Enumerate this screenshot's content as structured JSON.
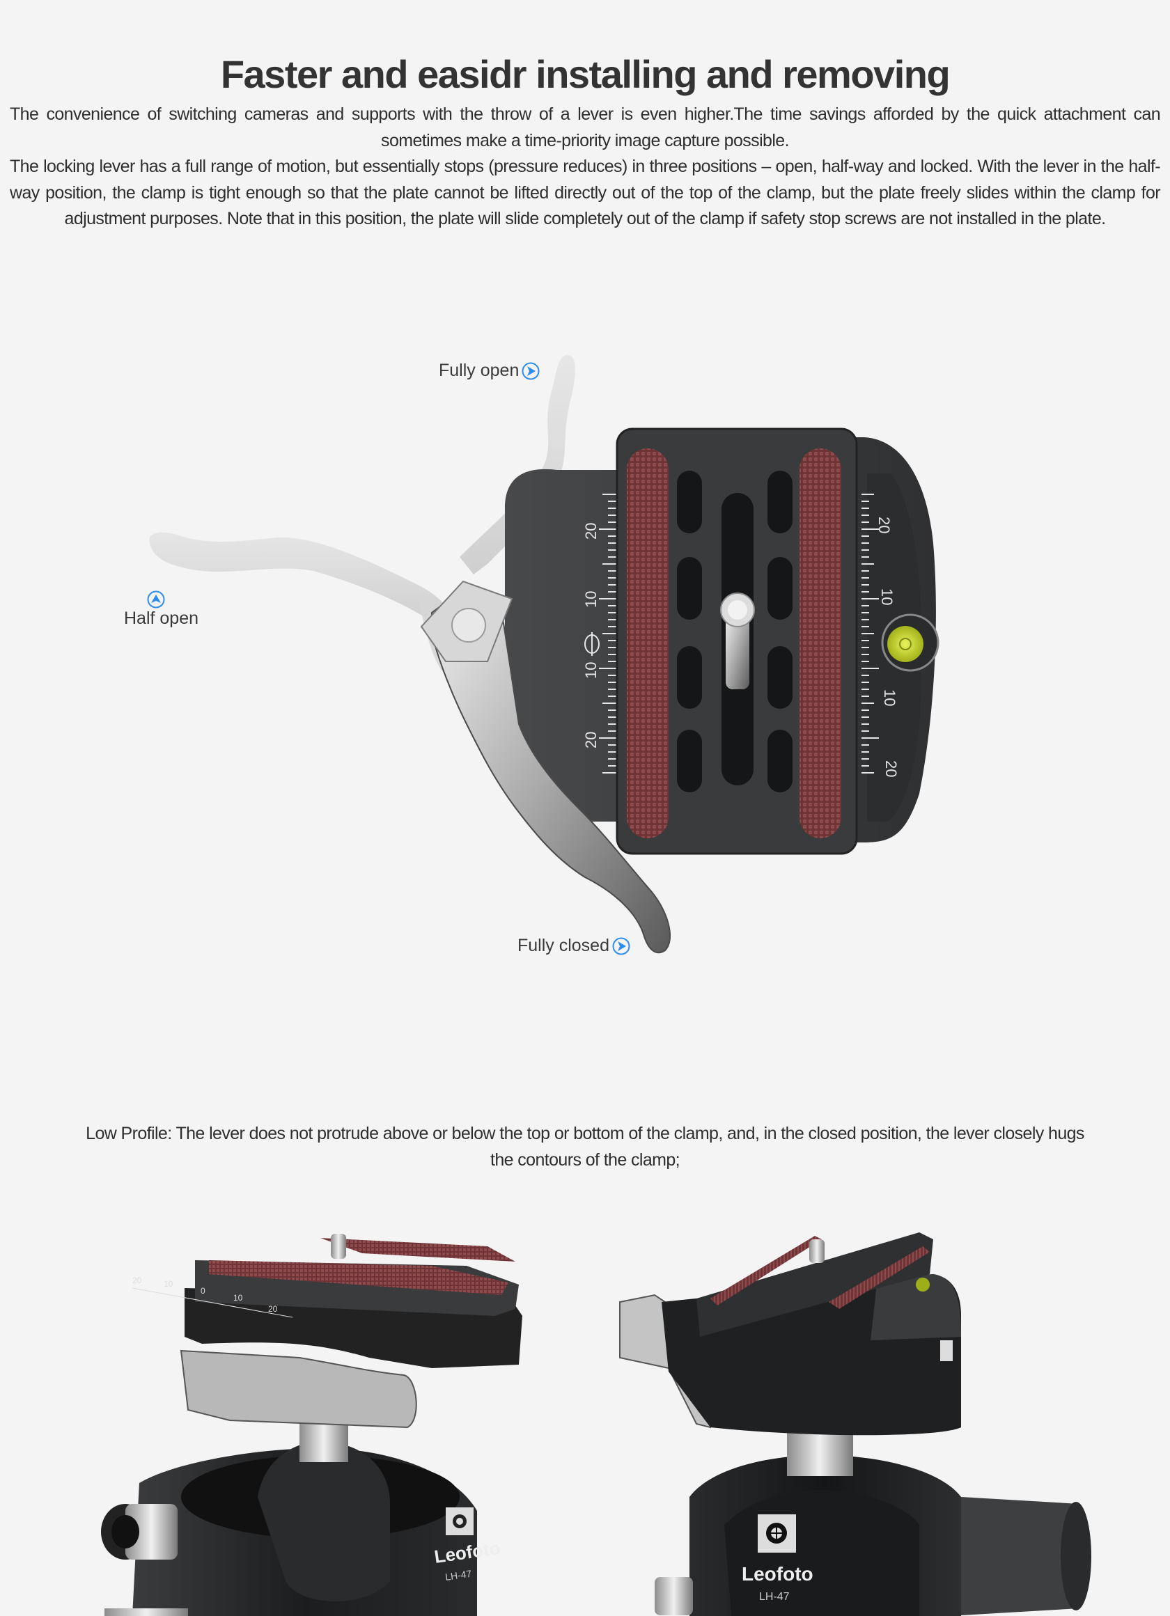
{
  "header": {
    "title": "Faster and easidr installing and removing"
  },
  "intro": {
    "paragraphs": [
      "The convenience of switching cameras and supports with the throw of a lever is even higher.The time savings afforded by the quick attachment can sometimes make a time-priority image capture possible.",
      "The locking lever has a full range of motion, but essentially stops (pressure reduces) in three positions – open, half-way and locked. With the lever in the half-way position, the clamp is tight enough so that the plate cannot be lifted directly out of the top of the clamp, but the plate freely slides within the clamp for adjustment purposes. Note that in this position, the plate will slide completely out of the clamp if safety stop screws are not installed in the plate."
    ]
  },
  "lever_diagram": {
    "labels": {
      "fully_open": "Fully open",
      "half_open": "Half open",
      "fully_closed": "Fully closed"
    },
    "icons": {
      "fully_open": "arrow-right-circle-icon",
      "half_open": "arrow-up-circle-icon",
      "fully_closed": "arrow-right-circle-icon"
    },
    "scale_left": [
      "20",
      "10",
      "Φ",
      "10",
      "20"
    ],
    "scale_right": [
      "20",
      "10",
      "10",
      "20"
    ]
  },
  "low_profile": {
    "text": "Low Profile: The lever does not protrude above or below the top or bottom of the clamp, and, in the closed position, the lever closely hugs the contours of the clamp;"
  },
  "product_photos": [
    {
      "brand": "Leofoto",
      "model": "LH-47",
      "scale": [
        "20",
        "10",
        "0",
        "10",
        "20"
      ]
    },
    {
      "brand": "Leofoto",
      "model": "LH-47"
    }
  ],
  "colors": {
    "background": "#f4f4f4",
    "text": "#333333",
    "accent_arrow": "#2d8cf0",
    "clamp_dark": "#3a3b3d",
    "pad_red": "#7a3a3c",
    "level_yellow": "#c7d92a"
  }
}
